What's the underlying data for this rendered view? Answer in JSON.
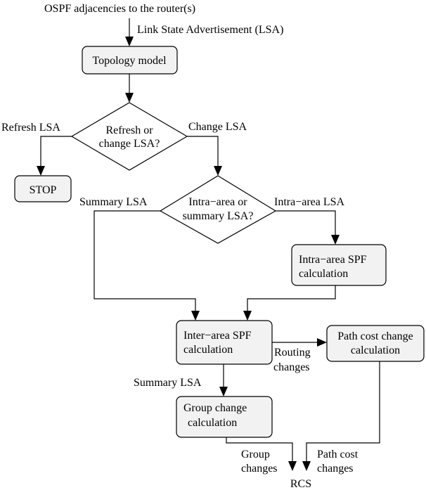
{
  "diagram": {
    "top_label": "OSPF adjacencies to the router(s)",
    "lsa_label": "Link State Advertisement (LSA)",
    "topology_model": "Topology model",
    "decision1": {
      "line1": "Refresh or",
      "line2": "change LSA?"
    },
    "refresh_lsa": "Refresh LSA",
    "change_lsa": "Change LSA",
    "stop": "STOP",
    "decision2": {
      "line1": "Intra−area or",
      "line2": "summary LSA?"
    },
    "summary_lsa": "Summary LSA",
    "intra_area_lsa": "Intra−area LSA",
    "intra_spf": {
      "line1": "Intra−area SPF",
      "line2": "calculation"
    },
    "inter_spf": {
      "line1": "Inter−area SPF",
      "line2": "calculation"
    },
    "path_cost_calc": {
      "line1": "Path cost change",
      "line2": "calculation"
    },
    "routing_changes": {
      "line1": "Routing",
      "line2": "changes"
    },
    "summary_lsa_2": "Summary LSA",
    "group_change_calc": {
      "line1": "Group change",
      "line2": "calculation"
    },
    "group_changes": {
      "line1": "Group",
      "line2": "changes"
    },
    "path_cost": {
      "line1": "Path cost",
      "line2": "changes"
    },
    "rcs": "RCS"
  }
}
